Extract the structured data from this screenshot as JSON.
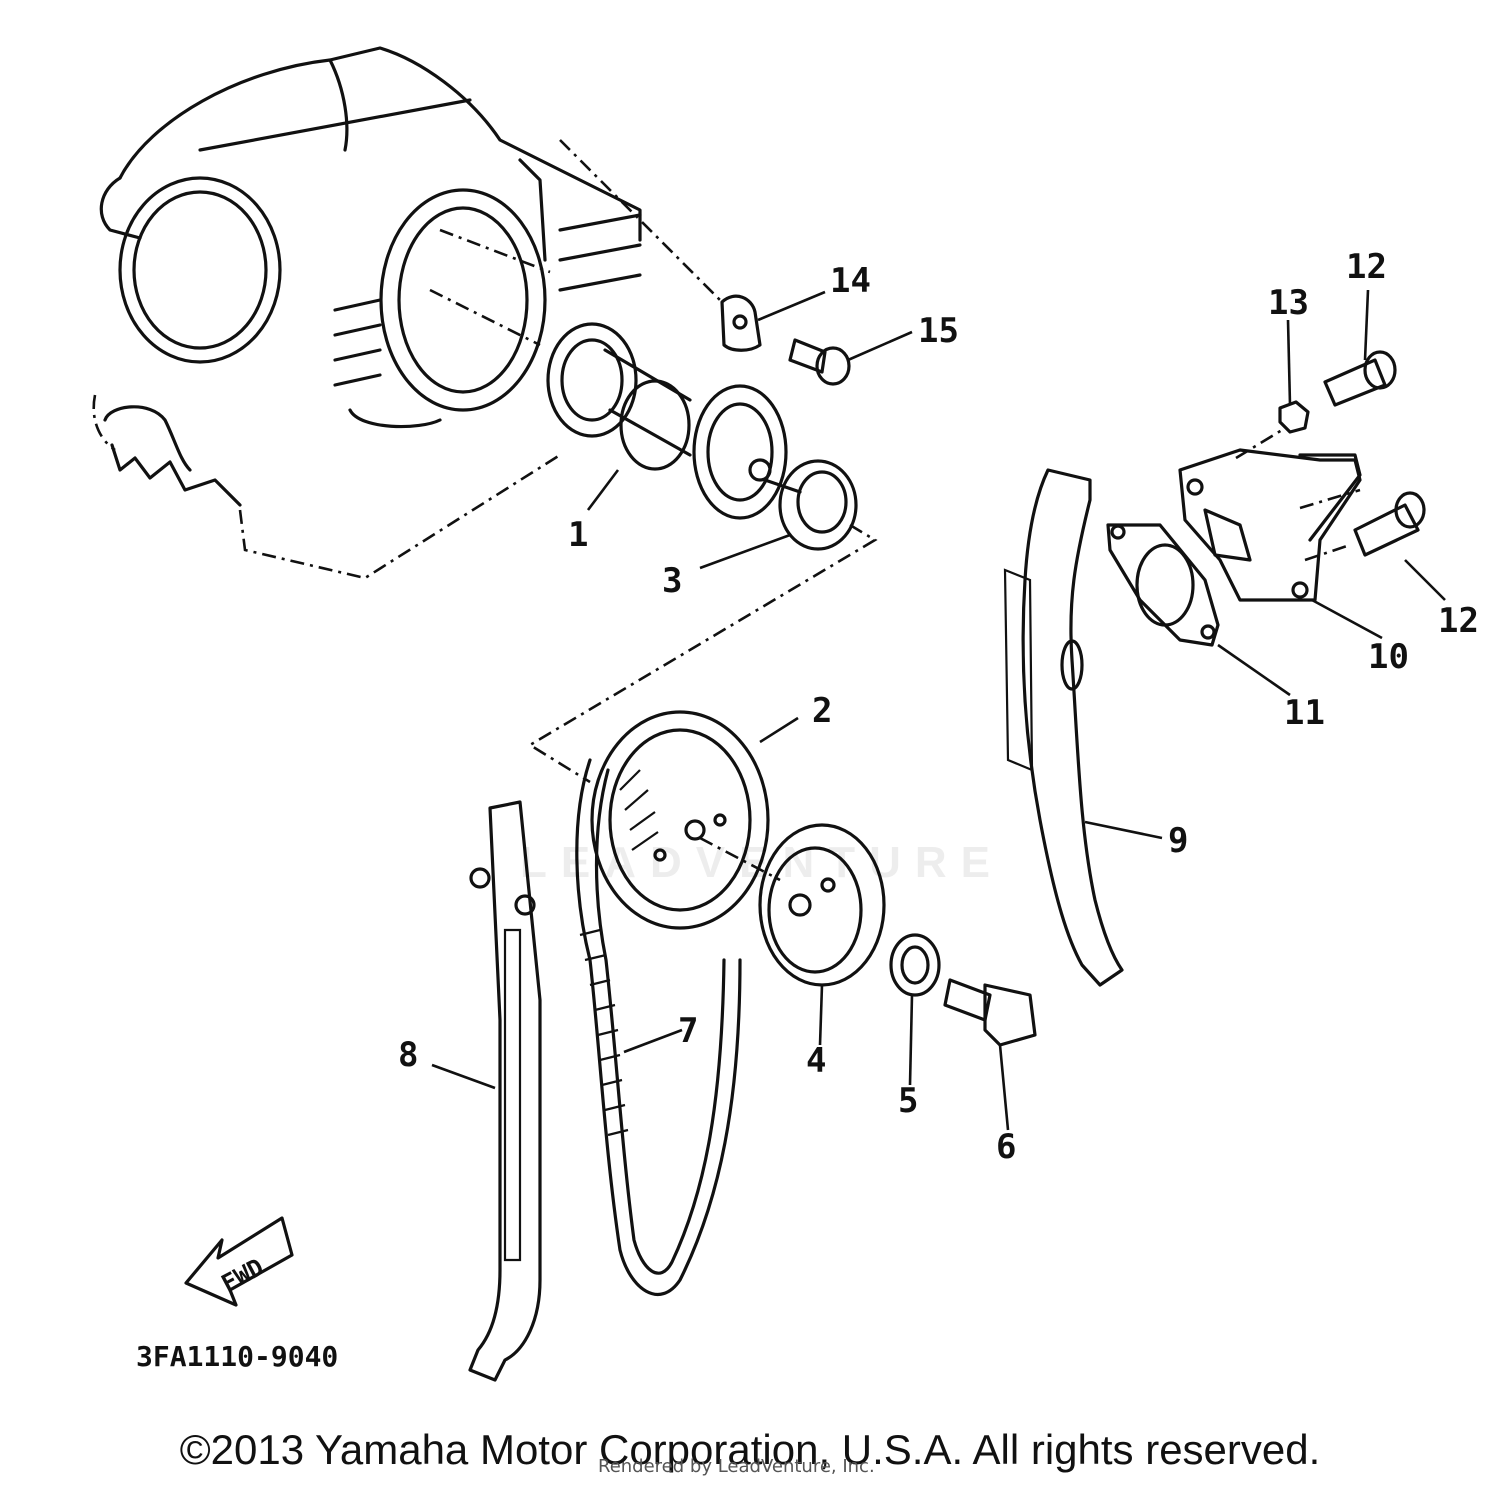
{
  "diagram": {
    "drawing_code": "3FA1110-9040",
    "direction_arrow_label": "FWD",
    "callouts": [
      "1",
      "2",
      "3",
      "4",
      "5",
      "6",
      "7",
      "8",
      "9",
      "10",
      "11",
      "12",
      "12",
      "13",
      "14",
      "15"
    ]
  },
  "footer": {
    "copyright": "©2013 Yamaha Motor Corporation, U.S.A. All rights reserved.",
    "rendered_by": "Rendered by LeadVenture, Inc.",
    "watermark": "LEADVENTURE"
  }
}
